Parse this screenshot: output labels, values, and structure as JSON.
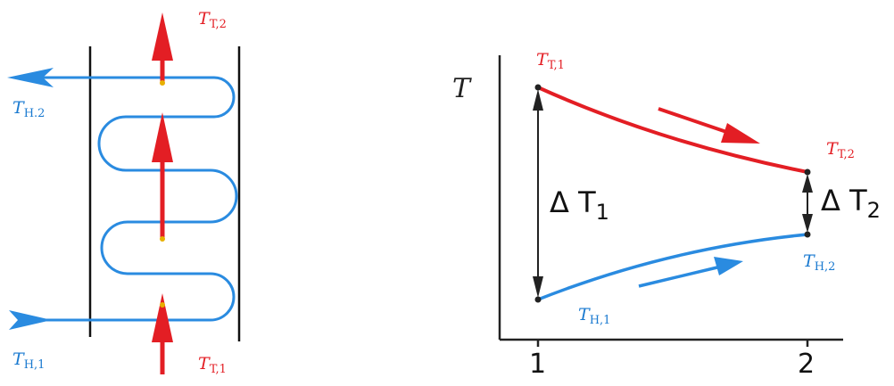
{
  "colors": {
    "hot": "#e31e24",
    "cold": "#2a8be0",
    "axis": "#222222"
  },
  "left": {
    "t_t2": {
      "sym": "T",
      "sub": "T,2"
    },
    "t_h2": {
      "sym": "T",
      "sub": "H.2"
    },
    "t_h1": {
      "sym": "T",
      "sub": "H,1"
    },
    "t_t1": {
      "sym": "T",
      "sub": "T,1"
    }
  },
  "right": {
    "axis_label": "T",
    "t_t1": {
      "sym": "T",
      "sub": "T,1"
    },
    "t_t2": {
      "sym": "T",
      "sub": "T,2"
    },
    "t_h1": {
      "sym": "T",
      "sub": "H,1"
    },
    "t_h2": {
      "sym": "T",
      "sub": "H,2"
    },
    "dt1": {
      "sym": "Δ T",
      "sub": "1"
    },
    "dt2": {
      "sym": "Δ T",
      "sub": "2"
    },
    "tick_1": "1",
    "tick_2": "2"
  }
}
